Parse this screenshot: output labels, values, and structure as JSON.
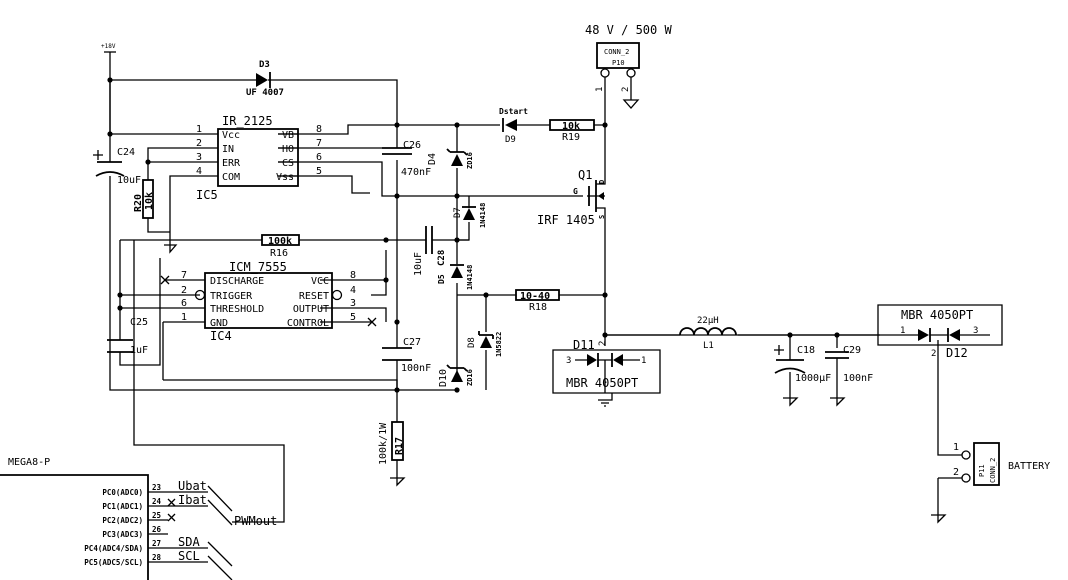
{
  "top_label": "48 V / 500 W",
  "supply": "+18V",
  "d3": {
    "ref": "D3",
    "value": "UF 4007"
  },
  "ic5": {
    "name": "IR_2125",
    "ref": "IC5",
    "pins_left": [
      {
        "num": "1",
        "name": "Vcc"
      },
      {
        "num": "2",
        "name": "IN"
      },
      {
        "num": "3",
        "name": "ERR"
      },
      {
        "num": "4",
        "name": "COM"
      }
    ],
    "pins_right": [
      {
        "num": "8",
        "name": "VB"
      },
      {
        "num": "7",
        "name": "HO"
      },
      {
        "num": "6",
        "name": "CS"
      },
      {
        "num": "5",
        "name": "Vss"
      }
    ]
  },
  "ic4": {
    "name": "ICM_7555",
    "ref": "IC4",
    "pins_left": [
      {
        "num": "7",
        "name": "DISCHARGE"
      },
      {
        "num": "2",
        "name": "TRIGGER"
      },
      {
        "num": "6",
        "name": "THRESHOLD"
      },
      {
        "num": "1",
        "name": "GND"
      }
    ],
    "pins_right": [
      {
        "num": "8",
        "name": "VCC"
      },
      {
        "num": "4",
        "name": "RESET"
      },
      {
        "num": "3",
        "name": "OUTPUT"
      },
      {
        "num": "5",
        "name": "CONTROL"
      }
    ]
  },
  "c24": {
    "ref": "C24",
    "value": "10uF"
  },
  "r20": {
    "ref": "R20",
    "value": "10k"
  },
  "c26": {
    "ref": "C26",
    "value": "470nF"
  },
  "d4": {
    "ref": "D4",
    "value": "ZD16"
  },
  "d9": {
    "ref": "D9",
    "value": "Dstart"
  },
  "r19": {
    "ref": "R19",
    "value": "10k"
  },
  "p10": {
    "ref": "P10",
    "value": "CONN_2",
    "pins": [
      "1",
      "2"
    ]
  },
  "q1": {
    "ref": "Q1",
    "value": "IRF 1405",
    "pins": [
      "G",
      "D",
      "S"
    ]
  },
  "d7": {
    "ref": "D7",
    "value": "1N4148"
  },
  "r16": {
    "ref": "R16",
    "value": "100k"
  },
  "c28": {
    "ref": "C28",
    "value": "10uF"
  },
  "d5": {
    "ref": "D5",
    "value": "1N4148"
  },
  "r18": {
    "ref": "R18",
    "value": "10-40"
  },
  "c25": {
    "ref": "C25",
    "value": "1uF"
  },
  "c27": {
    "ref": "C27",
    "value": "100nF"
  },
  "d8": {
    "ref": "D8",
    "value": "1N5822"
  },
  "d10": {
    "ref": "D10",
    "value": "ZD16"
  },
  "d11": {
    "ref": "D11",
    "value": "MBR 4050PT",
    "pins": [
      "3",
      "2",
      "1"
    ]
  },
  "l1": {
    "ref": "L1",
    "value": "22µH"
  },
  "c18": {
    "ref": "C18",
    "value": "1000µF"
  },
  "c29": {
    "ref": "C29",
    "value": "100nF"
  },
  "d12": {
    "ref": "D12",
    "value": "MBR 4050PT",
    "pins": [
      "1",
      "2",
      "3"
    ]
  },
  "r17": {
    "ref": "R17",
    "value": "100k/1W"
  },
  "p11": {
    "ref": "P11",
    "value": "CONN_2",
    "label": "BATTERY",
    "pins": [
      "1",
      "2"
    ]
  },
  "mega": {
    "name": "MEGA8-P",
    "pins": [
      {
        "name": "PC0(ADC0)",
        "num": "23",
        "net": "Ubat"
      },
      {
        "name": "PC1(ADC1)",
        "num": "24",
        "net": "Ibat"
      },
      {
        "name": "PC2(ADC2)",
        "num": "25",
        "net": ""
      },
      {
        "name": "PC3(ADC3)",
        "num": "26",
        "net": ""
      },
      {
        "name": "PC4(ADC4/SDA)",
        "num": "27",
        "net": "SDA"
      },
      {
        "name": "PC5(ADC5/SCL)",
        "num": "28",
        "net": "SCL"
      }
    ]
  },
  "pwm_label": "PWMout"
}
